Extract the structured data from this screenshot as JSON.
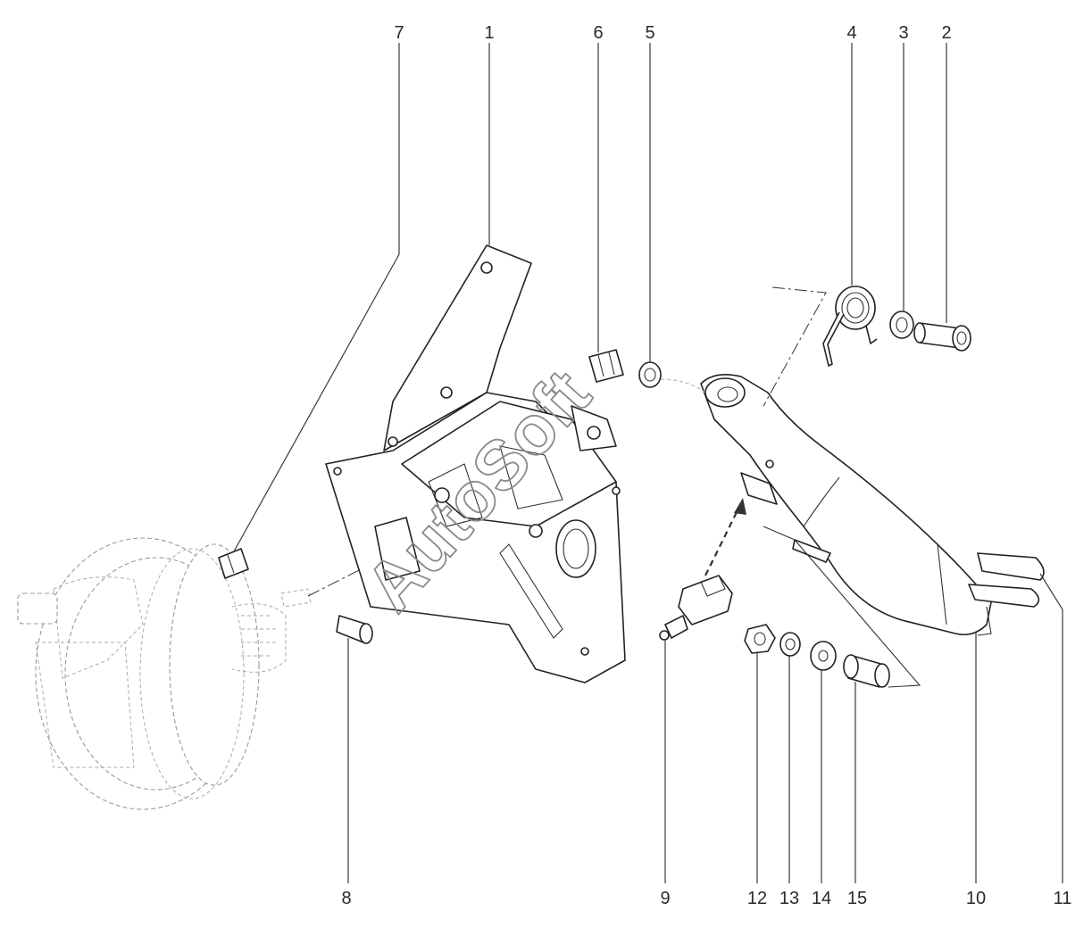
{
  "watermark": "AutoSoft",
  "callouts": [
    "1",
    "2",
    "3",
    "4",
    "5",
    "6",
    "7",
    "8",
    "9",
    "10",
    "11",
    "12",
    "13",
    "14",
    "15"
  ]
}
